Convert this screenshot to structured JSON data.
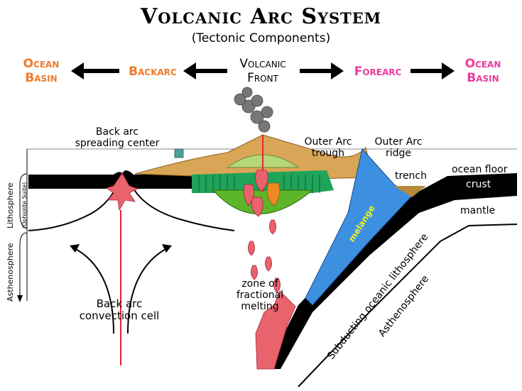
{
  "title": "Volcanic Arc System",
  "subtitle": "(Tectonic Components)",
  "header": {
    "ocean_basin_left": [
      "Ocean",
      "Basin"
    ],
    "backarc": "Backarc",
    "volcanic_front": [
      "Volcanic",
      "Front"
    ],
    "forearc": "Forearc",
    "ocean_basin_right": [
      "Ocean",
      "Basin"
    ]
  },
  "labels": {
    "back_arc_spreading": [
      "Back arc",
      "spreading center"
    ],
    "outer_arc_trough": [
      "Outer Arc",
      "trough"
    ],
    "outer_arc_ridge": [
      "Outer Arc",
      "ridge"
    ],
    "trench": "trench",
    "ocean_floor": "ocean floor",
    "crust": "crust",
    "mantle": "mantle",
    "melange": "melange",
    "lithosphere": "Lithosphere",
    "ophiolite": "(Ophiolite Suite)",
    "asthenosphere_left": "Asthenosphere",
    "subducting": "Subducting oceanic lithosphere",
    "asthenosphere_right": "Asthenosphere",
    "zone_melting": [
      "zone of",
      "fractional",
      "melting"
    ],
    "convection": [
      "Back arc",
      "convection cell"
    ]
  },
  "colors": {
    "orange": "#f07a28",
    "pink": "#ee3a9c",
    "sediment_tan": "#d9a556",
    "arc_green": "#1fa45a",
    "blue_melange": "#3d8fe0",
    "magma_pink": "#e8636b"
  }
}
